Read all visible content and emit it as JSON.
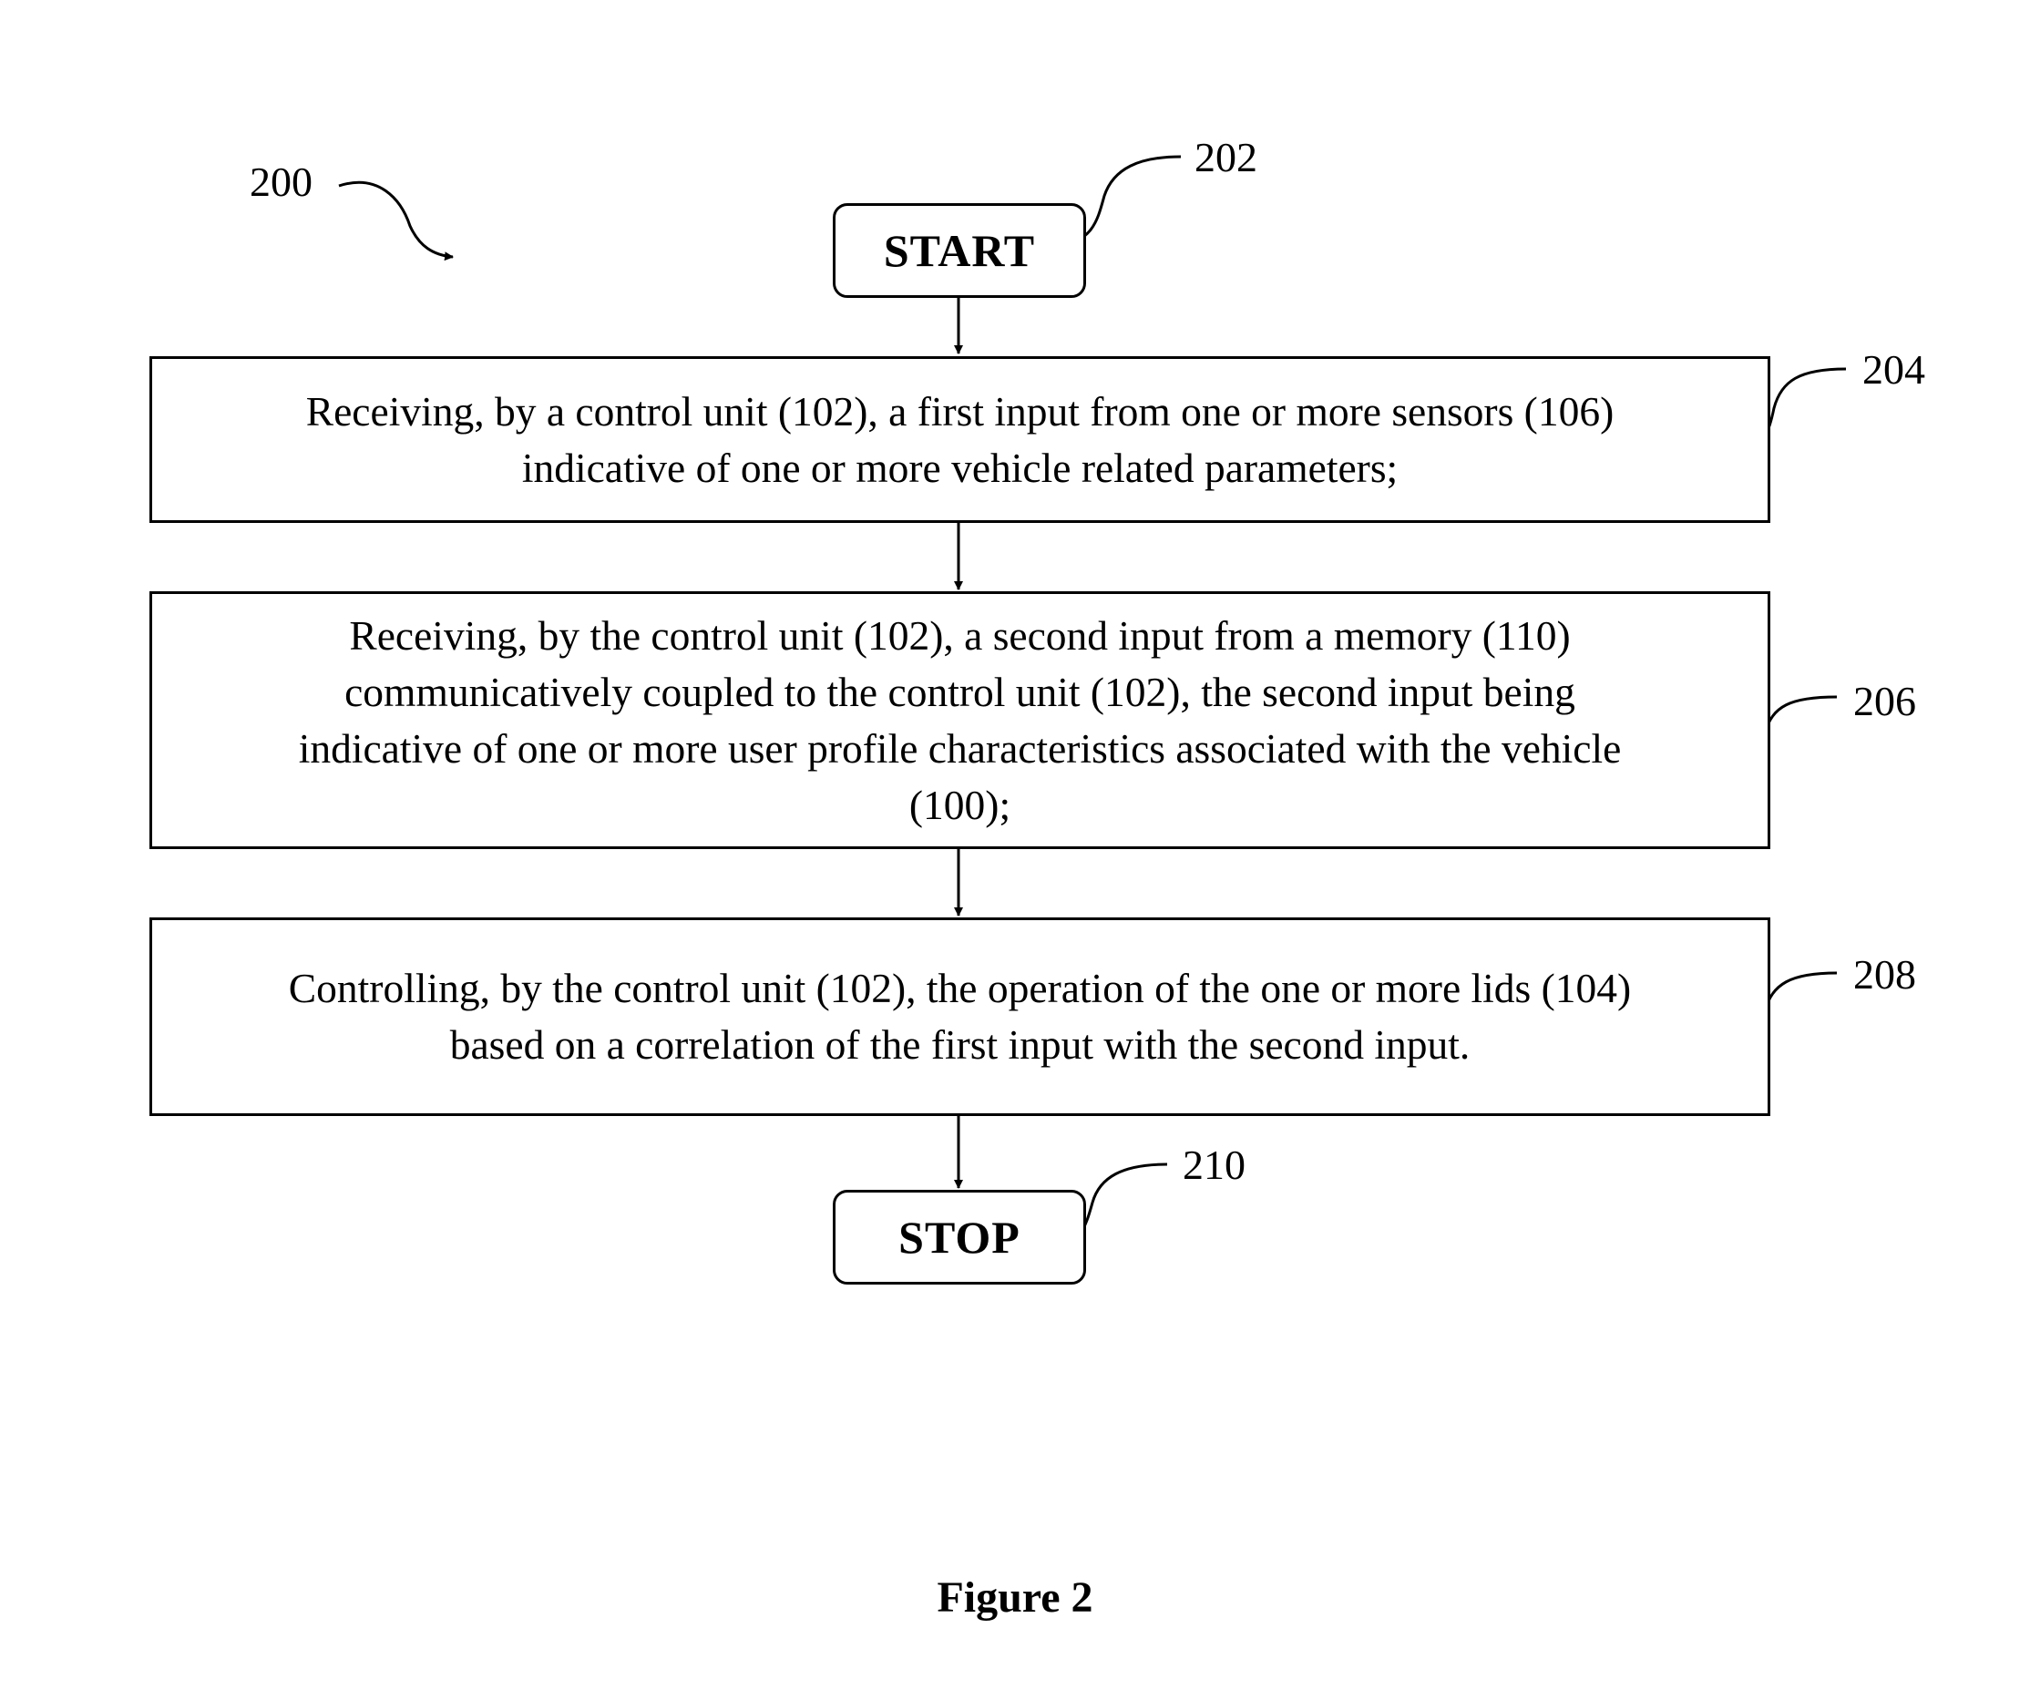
{
  "diagram": {
    "figure_ref": "200",
    "start": {
      "ref": "202",
      "label": "START"
    },
    "steps": [
      {
        "ref": "204",
        "lines": [
          "Receiving, by a control unit (102), a first input from one or more sensors (106)",
          "indicative of one or more vehicle related parameters;"
        ]
      },
      {
        "ref": "206",
        "lines": [
          "Receiving, by the control unit (102), a second input from a memory (110)",
          "communicatively coupled to the control unit (102), the second input being",
          "indicative of one or more user profile characteristics associated with the vehicle",
          "(100);"
        ]
      },
      {
        "ref": "208",
        "lines": [
          "Controlling, by the control unit (102), the operation of the one or more lids (104)",
          "based on a correlation of the first input with the second input."
        ]
      }
    ],
    "stop": {
      "ref": "210",
      "label": "STOP"
    },
    "caption": "Figure 2"
  }
}
